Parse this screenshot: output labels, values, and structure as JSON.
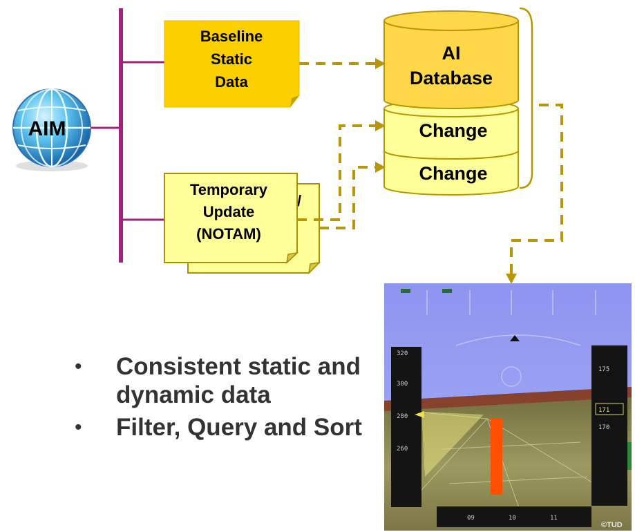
{
  "diagram": {
    "aim_label": "AIM",
    "baseline_lines": [
      "Baseline",
      "Static",
      "Data"
    ],
    "temporary_lines": [
      "Temporary",
      "Update",
      "(NOTAM)"
    ],
    "database_lines": [
      "AI",
      "Database"
    ],
    "change_1": "Change",
    "change_2": "Change"
  },
  "bullets": [
    "Consistent static and dynamic data",
    "Filter, Query and Sort"
  ],
  "display": {
    "speed_ticks": [
      "320",
      "300",
      "280",
      "260"
    ],
    "alt_ticks": [
      "175",
      "171",
      "170"
    ],
    "heading_ticks": [
      "09",
      "10",
      "11"
    ],
    "watermark": "©TUD"
  },
  "colors": {
    "connector": "#a0227a",
    "baseline_fill": "#fccf00",
    "note_fill": "#ffff99",
    "db_fill": "#ffd84a",
    "change_fill": "#ffff9a",
    "outline": "#b89600",
    "dash": "#b8960a",
    "bar": "#ff4f00"
  }
}
